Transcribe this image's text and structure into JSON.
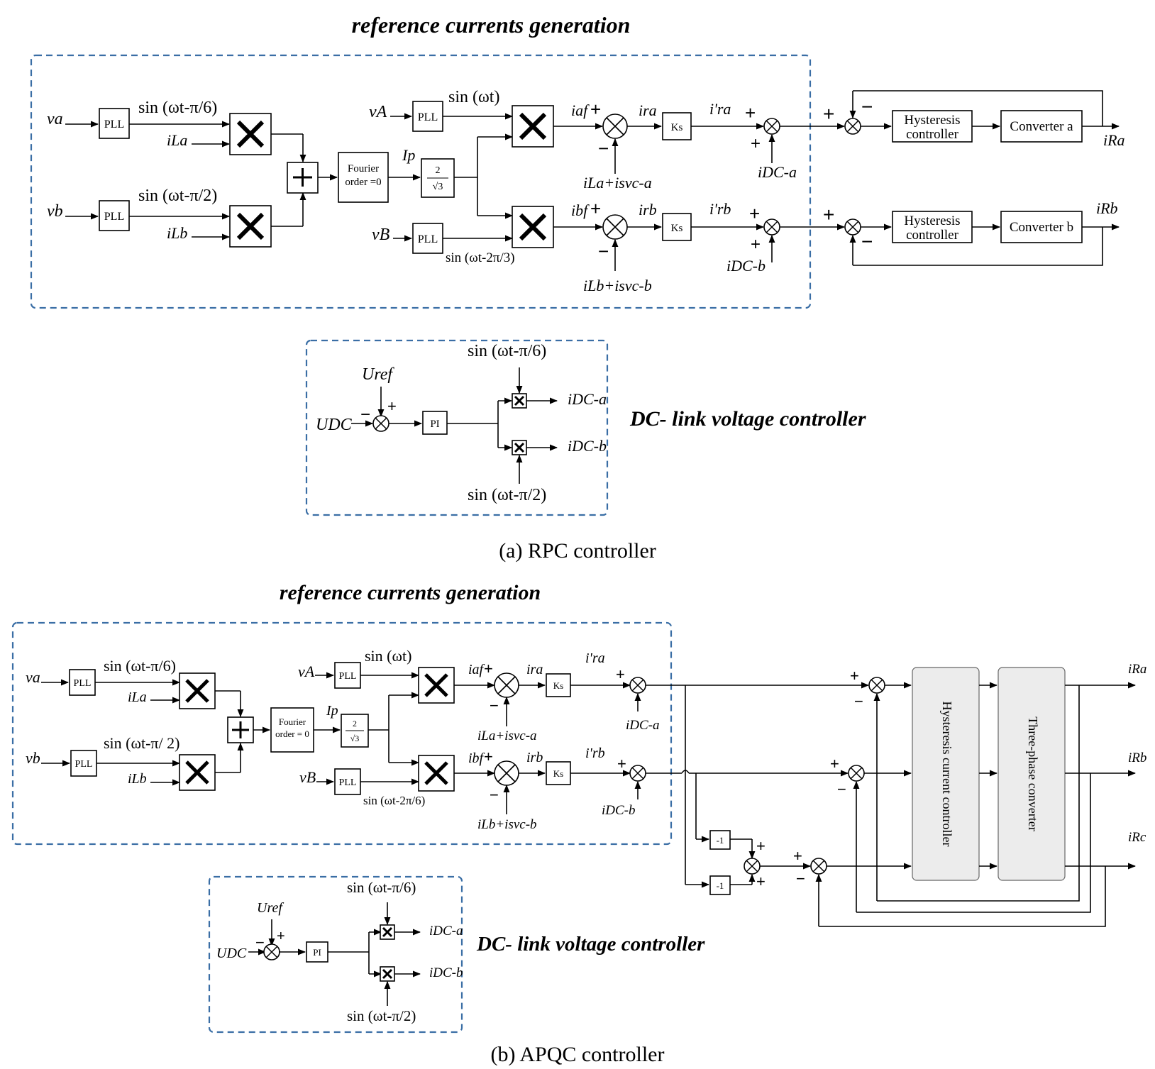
{
  "a": {
    "title": "reference currents generation",
    "dc_title": "DC- link voltage controller",
    "caption": "(a) RPC controller",
    "pll": "PLL",
    "fourier_1": "Fourier",
    "fourier_2": "order =0",
    "ks": "Ks",
    "hyst_1": "Hysteresis",
    "hyst_2": "controller",
    "conv_a": "Converter a",
    "conv_b": "Converter b",
    "pi": "PI",
    "frac_num": "2",
    "frac_den": "√3",
    "sin_pi6": "sin (ωt-π/6)",
    "sin_pi2": "sin (ωt-π/2)",
    "sin_wt": "sin (ωt)",
    "sin_2pi3": "sin (ωt-2π/3)",
    "dc_sin_top": "sin (ωt-π/6)",
    "dc_sin_bot": "sin (ωt-π/2)",
    "va": "va",
    "vb": "vb",
    "vA": "vA",
    "vB": "vB",
    "iLa": "iLa",
    "iLb": "iLb",
    "Ip": "Ip",
    "iaf": "iaf",
    "ibf": "ibf",
    "ira": "ira",
    "irb": "irb",
    "ira_p": "i'ra",
    "irb_p": "i'rb",
    "load_a": "iLa+isvc-a",
    "load_b": "iLb+isvc-b",
    "idca": "iDC-a",
    "idcb": "iDC-b",
    "iRa": "iRa",
    "iRb": "iRb",
    "Uref": "Uref",
    "UDC": "UDC"
  },
  "b": {
    "title": "reference currents generation",
    "dc_title": "DC- link voltage controller",
    "caption": "(b) APQC controller",
    "pll": "PLL",
    "fourier_1": "Fourier",
    "fourier_2": "order = 0",
    "ks": "Ks",
    "neg": "-1",
    "pi": "PI",
    "frac_num": "2",
    "frac_den": "√3",
    "hyst": "Hysteresis current controller",
    "conv": "Three-phase converter",
    "sin_pi6": "sin (ωt-π/6)",
    "sin_pi2": "sin (ωt-π/ 2)",
    "sin_wt": "sin (ωt)",
    "sin_2pi6": "sin (ωt-2π/6)",
    "dc_sin_top": "sin (ωt-π/6)",
    "dc_sin_bot": "sin (ωt-π/2)",
    "va": "va",
    "vb": "vb",
    "vA": "vA",
    "vB": "vB",
    "iLa": "iLa",
    "iLb": "iLb",
    "Ip": "Ip",
    "iaf": "iaf",
    "ibf": "ibf",
    "ira": "ira",
    "irb": "irb",
    "ira_p": "i'ra",
    "irb_p": "i'rb",
    "load_a": "iLa+isvc-a",
    "load_b": "iLb+isvc-b",
    "idca": "iDC-a",
    "idcb": "iDC-b",
    "iRa": "iRa",
    "iRb": "iRb",
    "iRc": "iRc",
    "Uref": "Uref",
    "UDC": "UDC"
  },
  "colors": {
    "dash": "#3a6ea5",
    "block_fill": "#ececec"
  }
}
